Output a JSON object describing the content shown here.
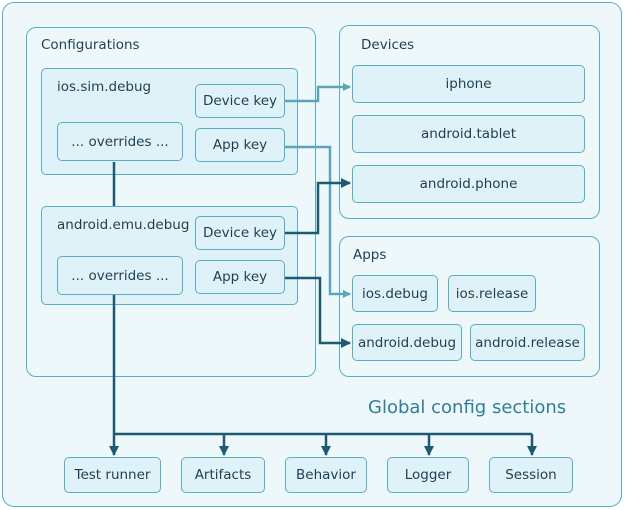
{
  "configurations": {
    "title": "Configurations",
    "ios": {
      "name": "ios.sim.debug",
      "overrides": "... overrides ...",
      "device_key": "Device key",
      "app_key": "App key"
    },
    "android": {
      "name": "android.emu.debug",
      "overrides": "... overrides ...",
      "device_key": "Device key",
      "app_key": "App key"
    }
  },
  "devices": {
    "title": "Devices",
    "items": [
      "iphone",
      "android.tablet",
      "android.phone"
    ]
  },
  "apps": {
    "title": "Apps",
    "items": [
      "ios.debug",
      "ios.release",
      "android.debug",
      "android.release"
    ]
  },
  "caption": "Global config sections",
  "sections": [
    "Test runner",
    "Artifacts",
    "Behavior",
    "Logger",
    "Session"
  ],
  "colors": {
    "frame_border": "#5aaec4",
    "panel_fill": "#eef8fb",
    "box_fill": "#dff2f8",
    "ios_connector": "#5aa6b8",
    "android_connector": "#1e5a72",
    "caption_text": "#2f7f96"
  }
}
